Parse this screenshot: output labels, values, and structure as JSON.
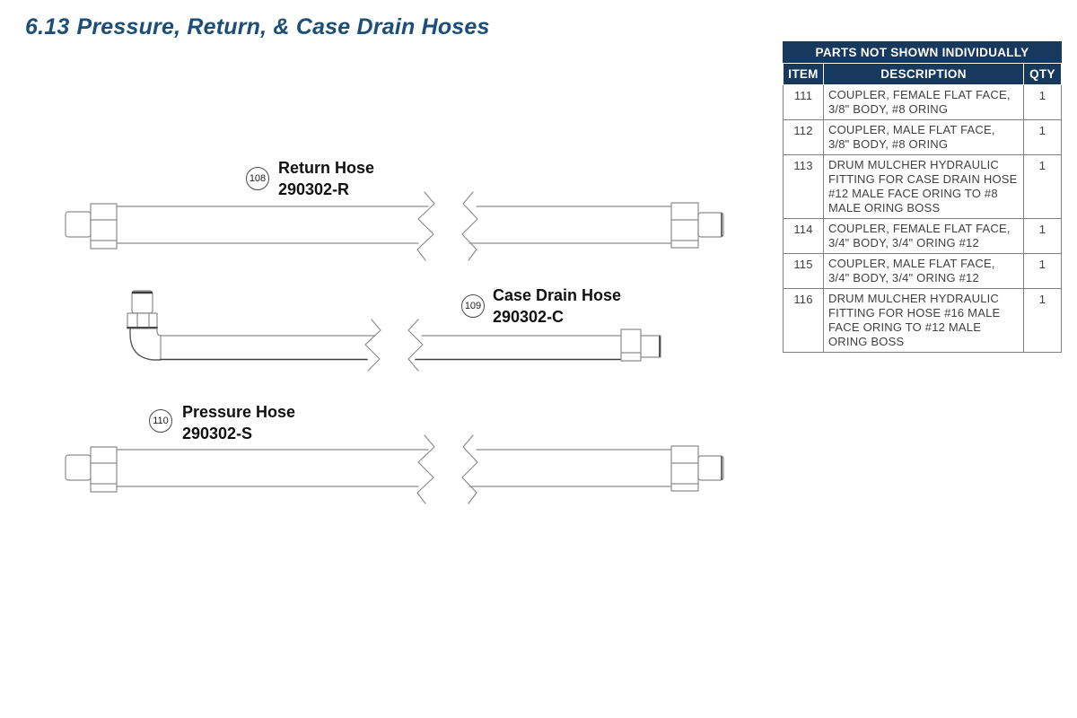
{
  "page": {
    "section_number": "6.13",
    "title": "Pressure, Return, & Case Drain Hoses"
  },
  "colors": {
    "title_blue": "#1b4e79",
    "table_header_navy": "#17395e",
    "table_border_gray": "#7f7f7f",
    "drawing_gray": "#8c8c8c",
    "drawing_dark": "#4a4a4a"
  },
  "diagram": {
    "callouts": [
      {
        "id": "108",
        "name": "Return Hose",
        "part_number": "290302-R"
      },
      {
        "id": "109",
        "name": "Case Drain Hose",
        "part_number": "290302-C"
      },
      {
        "id": "110",
        "name": "Pressure Hose",
        "part_number": "290302-S"
      }
    ]
  },
  "parts_table": {
    "title": "PARTS NOT SHOWN INDIVIDUALLY",
    "columns": {
      "item": "ITEM",
      "description": "DESCRIPTION",
      "qty": "QTY"
    },
    "rows": [
      {
        "item": "111",
        "description": "COUPLER, FEMALE FLAT FACE, 3/8\" BODY, #8 ORING",
        "qty": "1"
      },
      {
        "item": "112",
        "description": "COUPLER, MALE FLAT FACE, 3/8\" BODY, #8 ORING",
        "qty": "1"
      },
      {
        "item": "113",
        "description": "DRUM MULCHER HYDRAULIC FITTING FOR CASE DRAIN HOSE #12 MALE FACE ORING TO #8 MALE ORING BOSS",
        "qty": "1"
      },
      {
        "item": "114",
        "description": "COUPLER, FEMALE FLAT FACE, 3/4\" BODY, 3/4\" ORING #12",
        "qty": "1"
      },
      {
        "item": "115",
        "description": "COUPLER, MALE FLAT FACE, 3/4\" BODY, 3/4\" ORING #12",
        "qty": "1"
      },
      {
        "item": "116",
        "description": "DRUM MULCHER HYDRAULIC FITTING FOR HOSE #16 MALE FACE ORING TO #12 MALE ORING BOSS",
        "qty": "1"
      }
    ]
  }
}
